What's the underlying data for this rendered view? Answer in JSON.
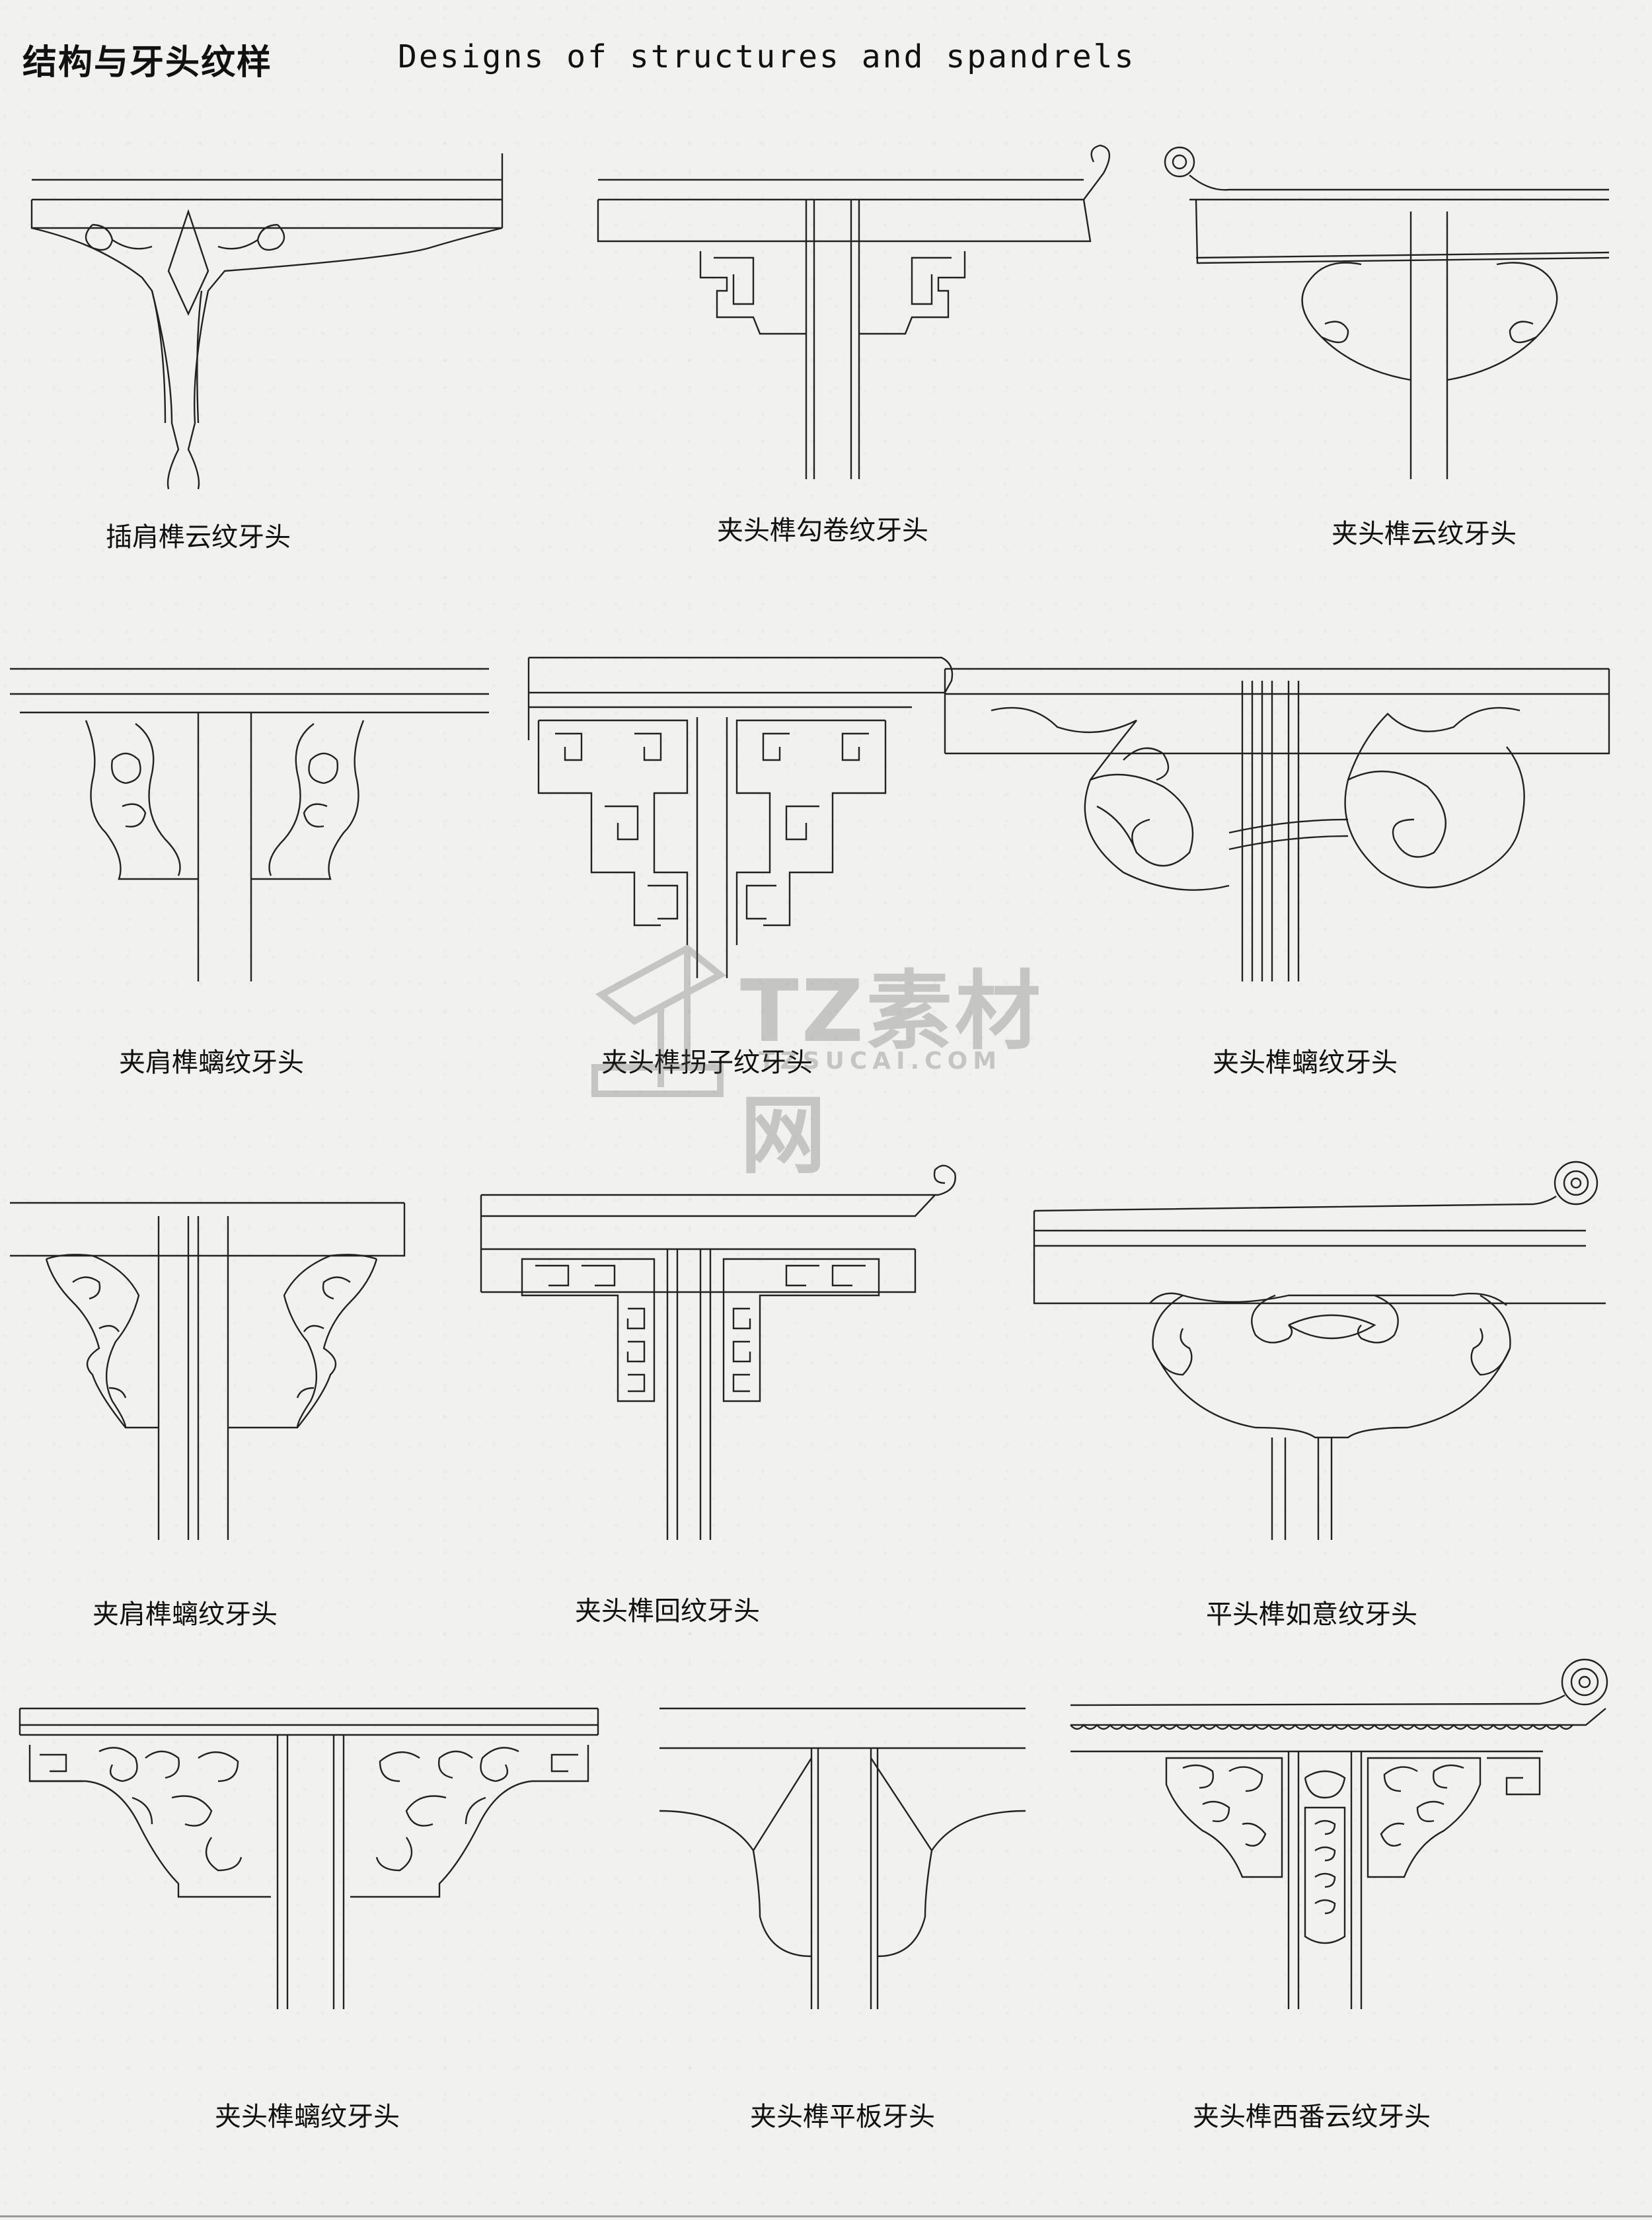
{
  "header": {
    "title_cn": "结构与牙头纹样",
    "title_en": "Designs of structures and spandrels"
  },
  "captions": [
    "插肩榫云纹牙头",
    "夹头榫勾卷纹牙头",
    "夹头榫云纹牙头",
    "夹肩榫螭纹牙头",
    "夹头榫拐子纹牙头",
    "夹头榫螭纹牙头",
    "夹肩榫螭纹牙头",
    "夹头榫回纹牙头",
    "平头榫如意纹牙头",
    "夹头榫螭纹牙头",
    "夹头榫平板牙头",
    "夹头榫西番云纹牙头"
  ],
  "watermark": {
    "brand": "TZ素材网",
    "domain": "TZSUCAI.COM"
  }
}
